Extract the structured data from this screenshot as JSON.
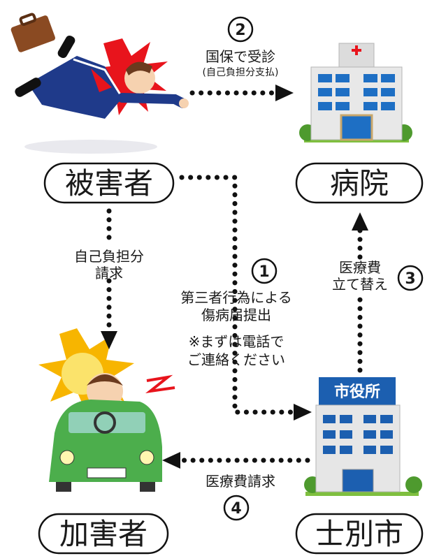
{
  "nodes": {
    "victim": "被害者",
    "hospital": "病院",
    "perpetrator": "加害者",
    "city": "士別市"
  },
  "city_sign": "市役所",
  "steps": {
    "s1": {
      "num": "①",
      "line1": "第三者行為による",
      "line2": "傷病届提出",
      "note1": "※まずは電話で",
      "note2": "ご連絡ください"
    },
    "s2": {
      "num": "②",
      "line1": "国保で受診",
      "line2": "(自己負担分支払)"
    },
    "s3": {
      "num": "③",
      "line1": "医療費",
      "line2": "立て替え"
    },
    "s4": {
      "num": "④",
      "line1": "医療費請求"
    }
  },
  "claim": {
    "line1": "自己負担分",
    "line2": "請求"
  },
  "colors": {
    "hospital_blue": "#1e6fc4",
    "city_blue": "#1c5fb0",
    "car_green": "#4cae4c",
    "burst_red": "#e8141c",
    "sun_yellow": "#f7b500",
    "suit_navy": "#1f3a8a"
  }
}
